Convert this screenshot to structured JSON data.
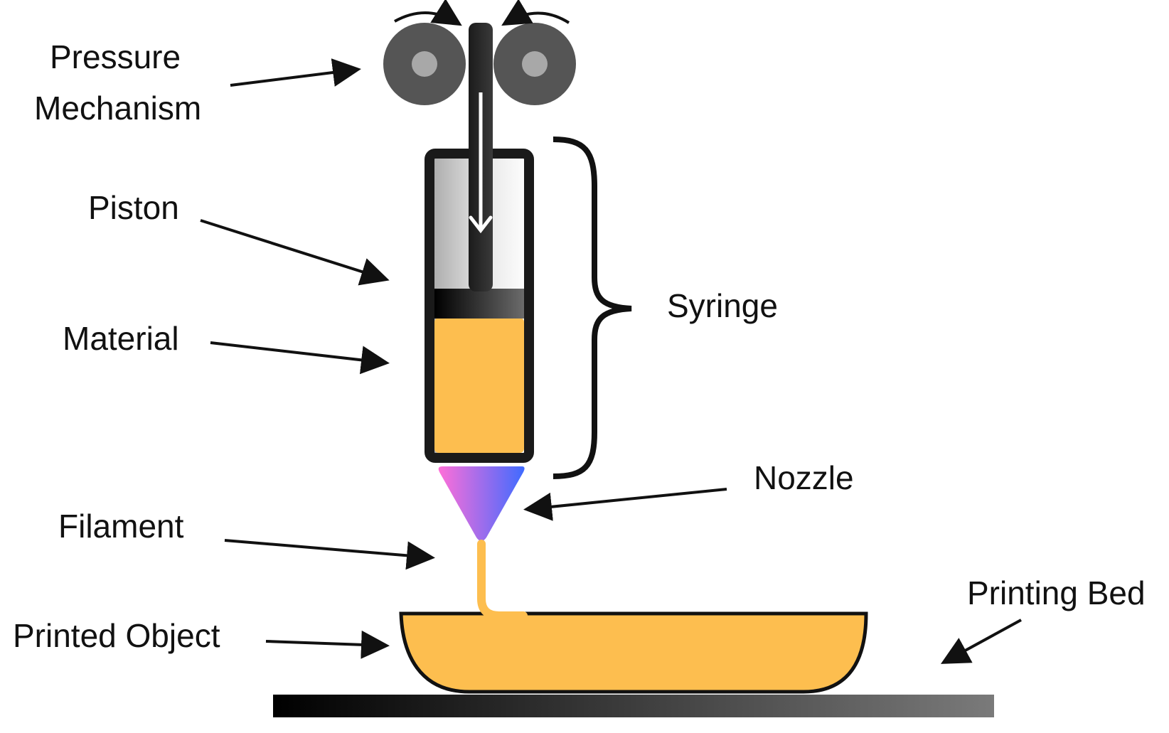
{
  "labels": {
    "pressure_line1": "Pressure",
    "pressure_line2": "Mechanism",
    "piston": "Piston",
    "material": "Material",
    "syringe": "Syringe",
    "nozzle": "Nozzle",
    "filament": "Filament",
    "printed_object": "Printed Object",
    "printing_bed": "Printing Bed"
  },
  "colors": {
    "material": "#FDBE4F",
    "roller": "#555555",
    "roller_hub": "#A8A8A8",
    "outline": "#1a1a1a",
    "nozzle_left": "#FF6FD8",
    "nozzle_right": "#3F6BFF",
    "bed_start": "#000000",
    "bed_end": "#7a7a7a"
  }
}
